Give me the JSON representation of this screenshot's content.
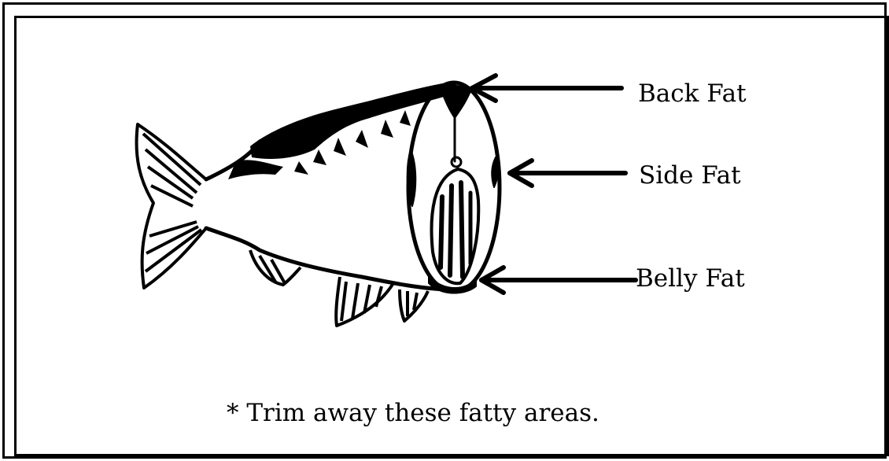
{
  "labels": {
    "back_fat": "Back Fat",
    "side_fat": "Side Fat",
    "belly_fat": "Belly Fat"
  },
  "note": "* Trim away these fatty areas.",
  "colors": {
    "ink": "#000000",
    "paper": "#ffffff"
  }
}
